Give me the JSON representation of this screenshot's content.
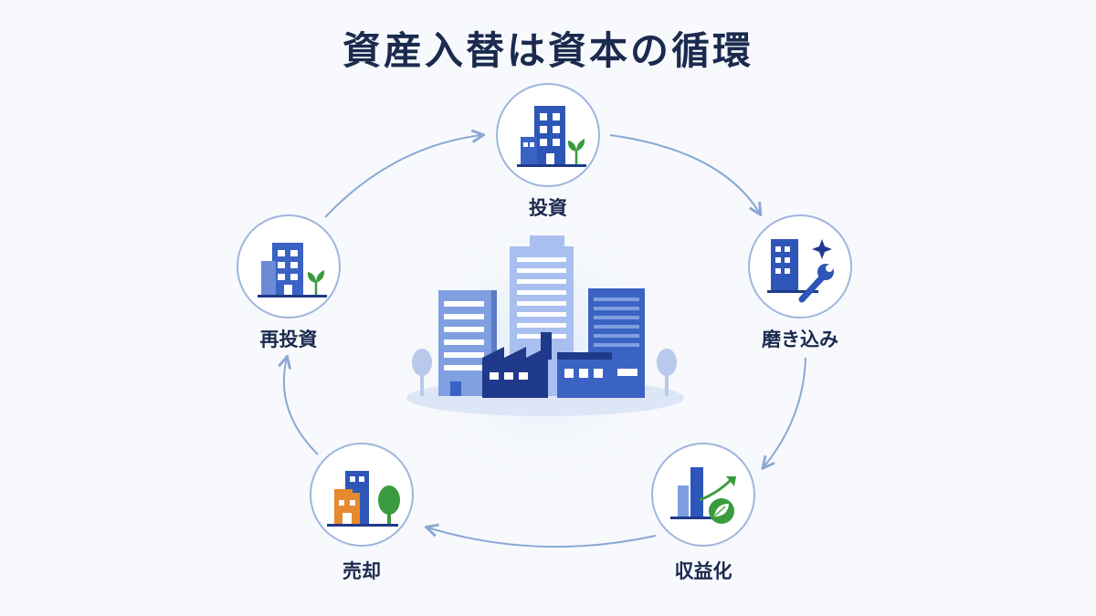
{
  "title": "資産入替は資本の循環",
  "steps": [
    {
      "label": "投資",
      "icon": "building-with-sprout-icon"
    },
    {
      "label": "磨き込み",
      "icon": "building-with-wrench-icon"
    },
    {
      "label": "収益化",
      "icon": "bar-chart-with-leaf-icon"
    },
    {
      "label": "売却",
      "icon": "buildings-with-tree-icon"
    },
    {
      "label": "再投資",
      "icon": "building-with-sprout-icon"
    }
  ],
  "center": {
    "icon": "city-skyline-icon"
  },
  "colors": {
    "navy": "#1f3a8a",
    "blue": "#3b63c4",
    "light_blue": "#7f9fe0",
    "green": "#3a9b3e",
    "orange": "#e58a2f",
    "arrow": "#8aa7d6"
  }
}
